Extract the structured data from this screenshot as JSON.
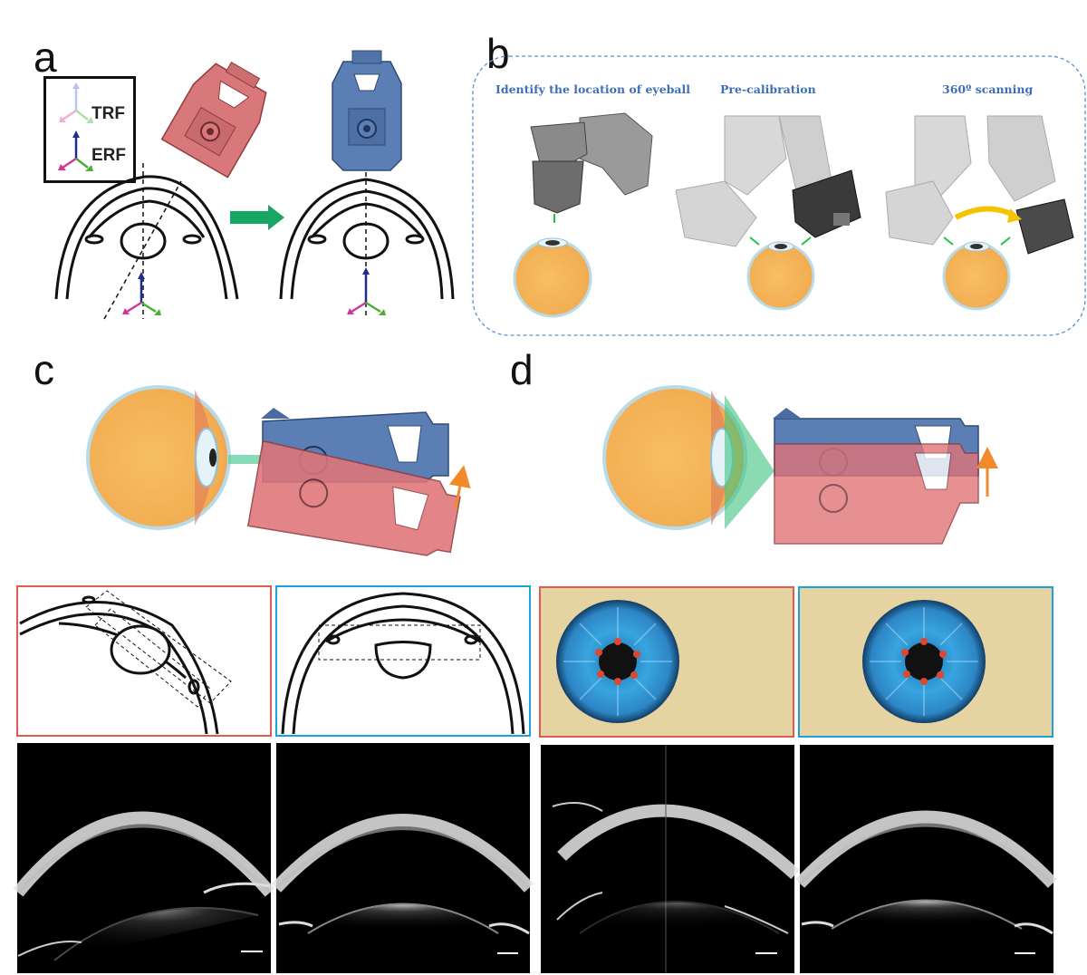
{
  "panels": {
    "a": "a",
    "b": "b",
    "c": "c",
    "d": "d"
  },
  "legend": {
    "trf": "TRF",
    "erf": "ERF"
  },
  "steps": [
    {
      "label": "Identify the location of eyeball"
    },
    {
      "label": "Pre-calibration"
    },
    {
      "label": "360º scanning"
    }
  ],
  "colors": {
    "trf_device": "#d9787a",
    "erf_device": "#5b7fb5",
    "arrow_green": "#16a862",
    "orange_arrow": "#f08a2a",
    "red_frame": "#e05a4f",
    "blue_frame": "#1aa3d8",
    "dashed_border": "#5b8fd6",
    "beige_bg": "#e6d3a2",
    "iris_blue": "#2c8fd0",
    "eyeball_orange": "#f4b45a"
  }
}
